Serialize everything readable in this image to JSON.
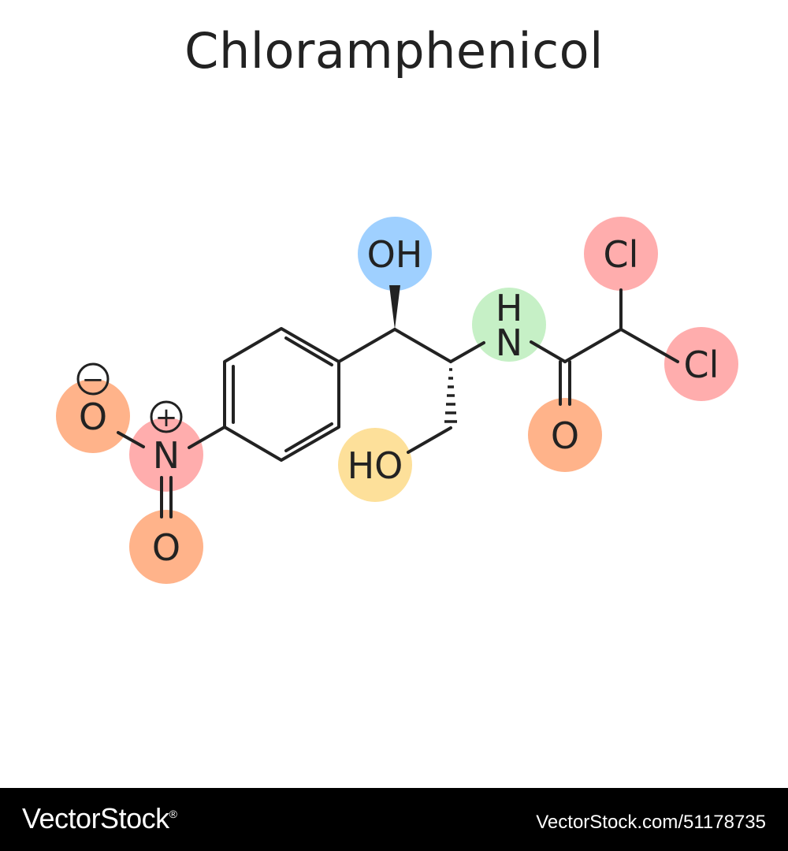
{
  "title": "Chloramphenicol",
  "atoms": {
    "hydroxyl_top": "OH",
    "amide_h": "H",
    "amide_n": "N",
    "chlorine_1": "Cl",
    "chlorine_2": "Cl",
    "carbonyl_o": "O",
    "hydroxyl_bottom": "HO",
    "nitro_n": "N",
    "nitro_o_minus": "O",
    "nitro_o_double": "O"
  },
  "charges": {
    "minus": "−",
    "plus": "+"
  },
  "highlight_colors": {
    "hydroxyl_top": "#9fd0ff",
    "amide": "#c6f0c6",
    "chlorine": "#ffadad",
    "carbonyl_o": "#ffb38a",
    "hydroxyl_bottom": "#fde09a",
    "nitro_n": "#ffadad",
    "nitro_o": "#ffb38a"
  },
  "footer": {
    "brand": "VectorStock",
    "brand_mark": "®",
    "stock_id": "VectorStock.com/51178735"
  }
}
